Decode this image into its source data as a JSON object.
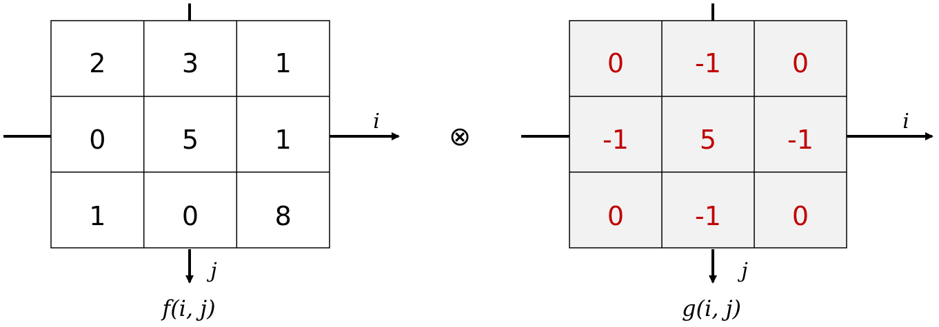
{
  "left_matrix": {
    "cells": [
      [
        "2",
        "3",
        "1"
      ],
      [
        "0",
        "5",
        "1"
      ],
      [
        "1",
        "0",
        "8"
      ]
    ],
    "i_label": "i",
    "j_label": "j",
    "function_label": "f(i, j)",
    "text_color": "#000000",
    "background": "#ffffff"
  },
  "operator": "⊗",
  "right_matrix": {
    "cells": [
      [
        "0",
        "-1",
        "0"
      ],
      [
        "-1",
        "5",
        "-1"
      ],
      [
        "0",
        "-1",
        "0"
      ]
    ],
    "i_label": "i",
    "j_label": "j",
    "function_label": "g(i, j)",
    "text_color": "#c00000",
    "background": "#f2f2f2"
  }
}
